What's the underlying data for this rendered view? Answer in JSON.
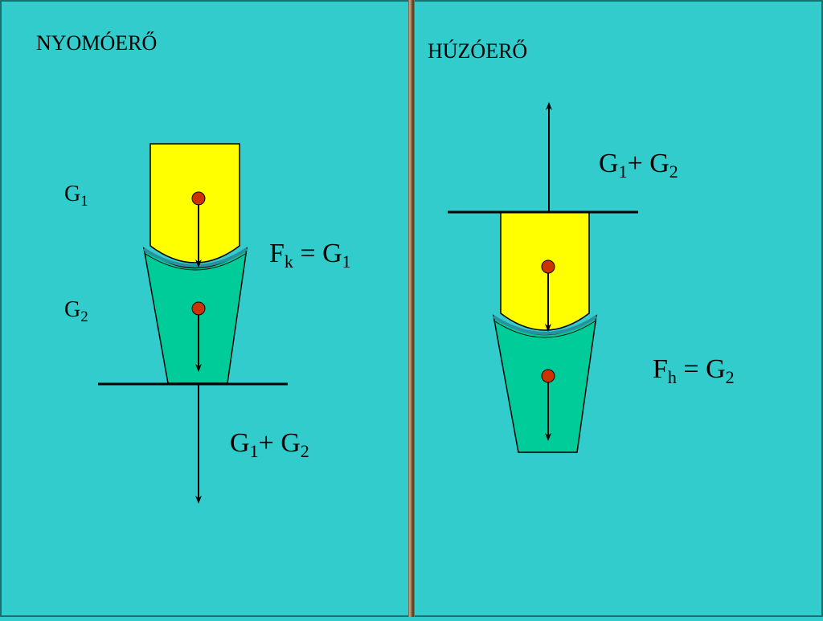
{
  "colors": {
    "background": "#33CCCC",
    "upper_body": "#FFFF00",
    "lower_body": "#00CC99",
    "center_point": "#CC3300",
    "divider": "#7a5a3a"
  },
  "left_panel": {
    "title": "NYOMÓERŐ",
    "weight_upper": {
      "base": "G",
      "sub": "1"
    },
    "weight_lower": {
      "base": "G",
      "sub": "2"
    },
    "contact_force": {
      "f": "F",
      "f_sub": "k",
      "eq": " = G",
      "g_sub": "1"
    },
    "total": {
      "g1": "G",
      "s1": "1",
      "plus": "+ G",
      "s2": "2"
    }
  },
  "right_panel": {
    "title": "HÚZÓERŐ",
    "total": {
      "g1": "G",
      "s1": "1",
      "plus": "+ G",
      "s2": "2"
    },
    "contact_force": {
      "f": "F",
      "f_sub": "h",
      "eq": " = G",
      "g_sub": "2"
    }
  }
}
